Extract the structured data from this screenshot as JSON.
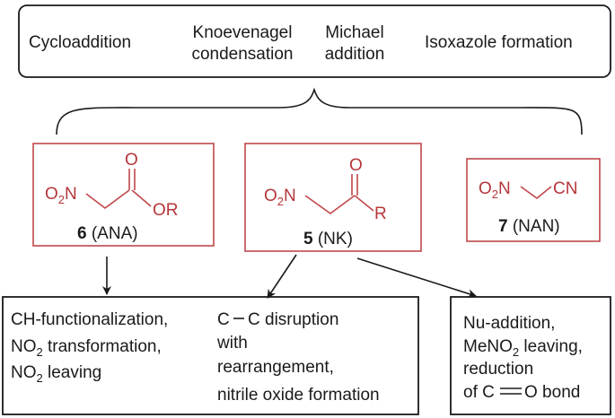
{
  "reactions": {
    "cycloaddition": "Cycloaddition",
    "knoevenagel_line1": "Knoevenagel",
    "knoevenagel_line2": "condensation",
    "michael_line1": "Michael",
    "michael_line2": "addition",
    "isoxazole": "Isoxazole formation"
  },
  "compounds": {
    "ana": {
      "number": "6",
      "abbr": " (ANA)",
      "no2": "O",
      "no2_sub": "2",
      "n": "N",
      "o_top": "O",
      "or": "OR"
    },
    "nk": {
      "number": "5",
      "abbr": " (NK)",
      "no2": "O",
      "no2_sub": "2",
      "n": "N",
      "o_top": "O",
      "r": "R"
    },
    "nan": {
      "number": "7",
      "abbr": " (NAN)",
      "no2": "O",
      "no2_sub": "2",
      "n": "N",
      "cn": "CN"
    }
  },
  "outcomes": {
    "left": {
      "line1": "CH-functionalization,",
      "line2_prefix": "NO",
      "line2_sub": "2",
      "line2_suffix": " transformation,",
      "line3_prefix": "NO",
      "line3_sub": "2",
      "line3_suffix": " leaving"
    },
    "middle": {
      "line1_a": "C",
      "line1_b": "C disruption",
      "line2": "with",
      "line3": "rearrangement,",
      "line4": "nitrile oxide formation"
    },
    "right": {
      "line1": "Nu-addition,",
      "line2": "MeNO",
      "line2_sub": "2",
      "line2_suffix": " leaving,",
      "line3": "reduction",
      "line4_a": "of C",
      "line4_b": "O bond"
    }
  },
  "colors": {
    "compound": "#c0474b",
    "text": "#1a1a1a"
  }
}
